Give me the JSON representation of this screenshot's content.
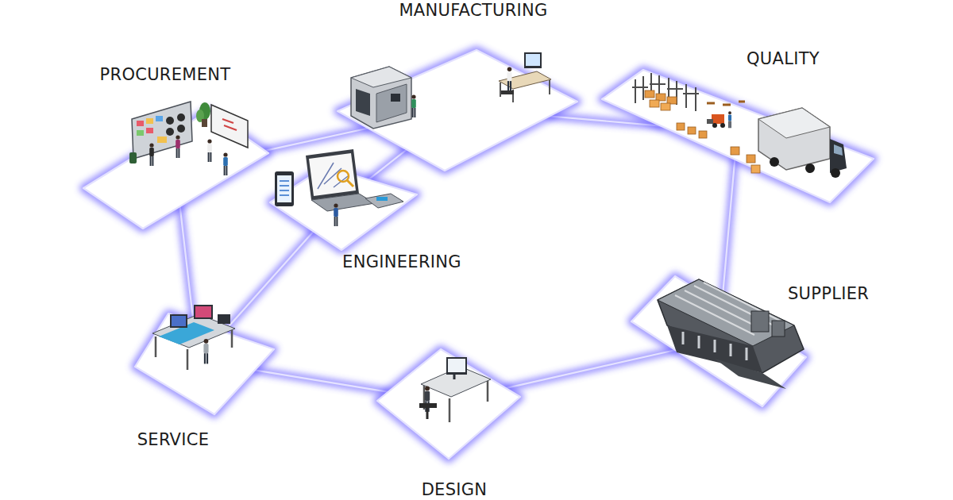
{
  "diagram": {
    "nodes": [
      {
        "text": [
          "MANUFACTURING"
        ]
      },
      {
        "text": [
          "PROCUREMENT"
        ]
      },
      {
        "text": [
          "QUALITY"
        ]
      },
      {
        "text": [
          "ENGINEERING"
        ]
      },
      {
        "text": [
          "SUPPLIER"
        ]
      },
      {
        "text": [
          "SERVICE"
        ]
      },
      {
        "text": [
          "DESIGN"
        ]
      }
    ],
    "edges": [
      {
        "from": 1,
        "to": 0,
        "arrow": "none"
      },
      {
        "from": 3,
        "to": 0,
        "arrow": "none"
      },
      {
        "from": 0,
        "to": 2,
        "arrow": "none"
      },
      {
        "from": 2,
        "to": 4,
        "arrow": "none"
      },
      {
        "from": 4,
        "to": 6,
        "arrow": "none"
      },
      {
        "from": 6,
        "to": 5,
        "arrow": "none"
      },
      {
        "from": 5,
        "to": 1,
        "arrow": "none"
      },
      {
        "from": 5,
        "to": 3,
        "arrow": "none"
      }
    ]
  }
}
